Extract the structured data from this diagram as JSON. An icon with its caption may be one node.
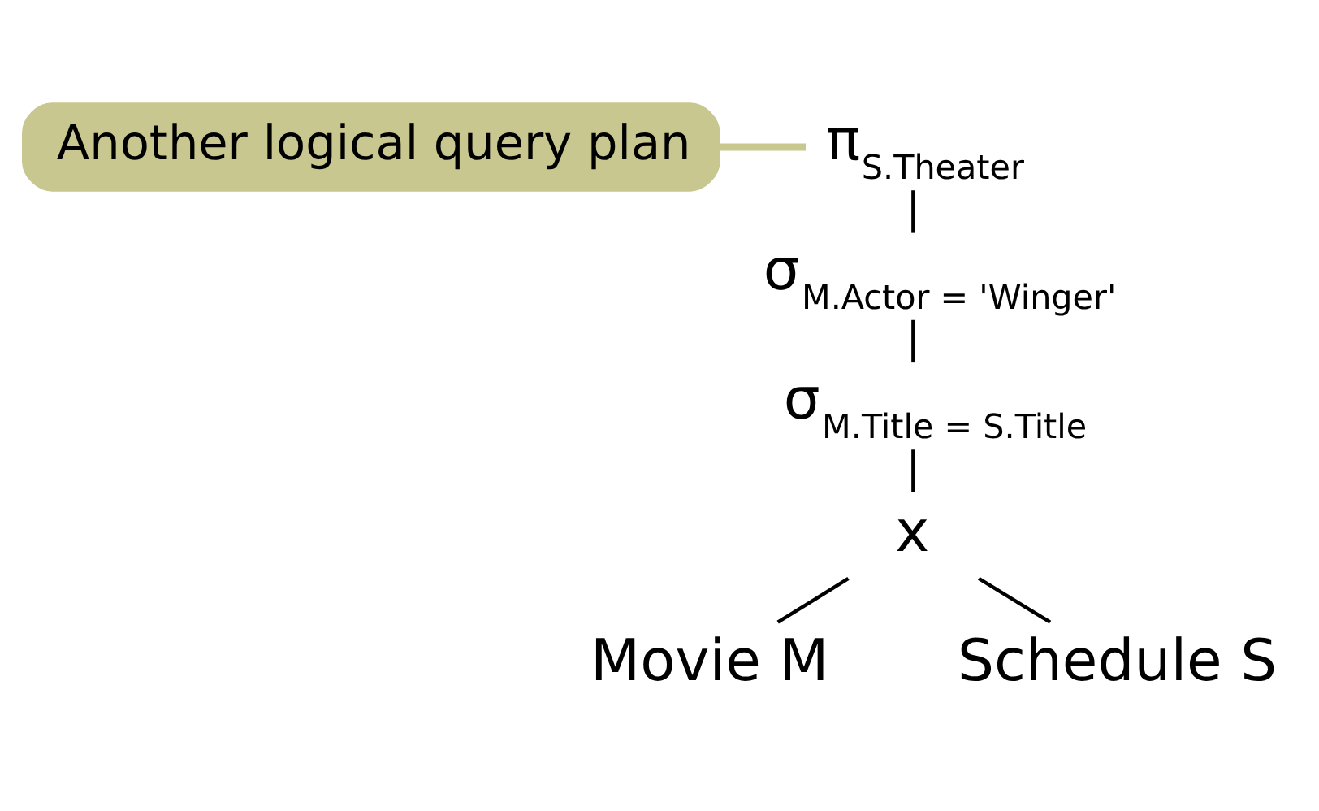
{
  "diagram": {
    "nodes": [
      {
        "text": [
          "π$_{S.Theater}$"
        ]
      },
      {
        "text": [
          "Another logical query plan"
        ]
      },
      {
        "text": [
          "σ$_{M.Actor = 'Winger'}$"
        ]
      },
      {
        "text": [
          "σ$_{M.Title = S.Title}$"
        ]
      },
      {
        "text": [
          "x"
        ]
      },
      {
        "text": [
          "Movie M"
        ]
      },
      {
        "text": [
          "Schedule S"
        ]
      }
    ],
    "edges": [
      {
        "from": 1,
        "to": 0,
        "arrow": "none",
        "style": "thick",
        "color": "#c8c78f"
      },
      {
        "from": 0,
        "to": 2,
        "arrow": "none"
      },
      {
        "from": 2,
        "to": 3,
        "arrow": "none"
      },
      {
        "from": 3,
        "to": 4,
        "arrow": "none"
      },
      {
        "from": 4,
        "to": 5,
        "arrow": "none"
      },
      {
        "from": 4,
        "to": 6,
        "arrow": "none"
      }
    ]
  }
}
